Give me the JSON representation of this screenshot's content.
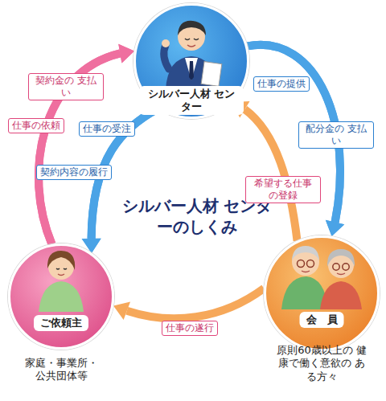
{
  "diagram": {
    "title": "シルバー人材 センターのしくみ",
    "nodes": [
      {
        "text": [
          "シルバー人材 センター"
        ]
      },
      {
        "text": [
          "ご依頼主",
          "家庭・事業所・ 公共団体等"
        ]
      },
      {
        "text": [
          "会　員",
          "原則60歳以上の 健康で働く意欲の ある方々"
        ]
      }
    ],
    "edges": [
      {
        "from": 1,
        "to": 0,
        "label": "仕事の依頼",
        "arrow": "to"
      },
      {
        "from": 1,
        "to": 0,
        "label": "契約金の 支払い",
        "arrow": "to"
      },
      {
        "from": 0,
        "to": 1,
        "label": "仕事の受注",
        "arrow": "to"
      },
      {
        "from": 0,
        "to": 1,
        "label": "契約内容の履行",
        "arrow": "to"
      },
      {
        "from": 0,
        "to": 2,
        "label": "仕事の提供",
        "arrow": "to"
      },
      {
        "from": 0,
        "to": 2,
        "label": "配分金の 支払い",
        "arrow": "to"
      },
      {
        "from": 2,
        "to": 0,
        "label": "希望する仕事 の登録",
        "arrow": "to"
      },
      {
        "from": 2,
        "to": 1,
        "label": "仕事の遂行",
        "arrow": "to"
      }
    ]
  }
}
